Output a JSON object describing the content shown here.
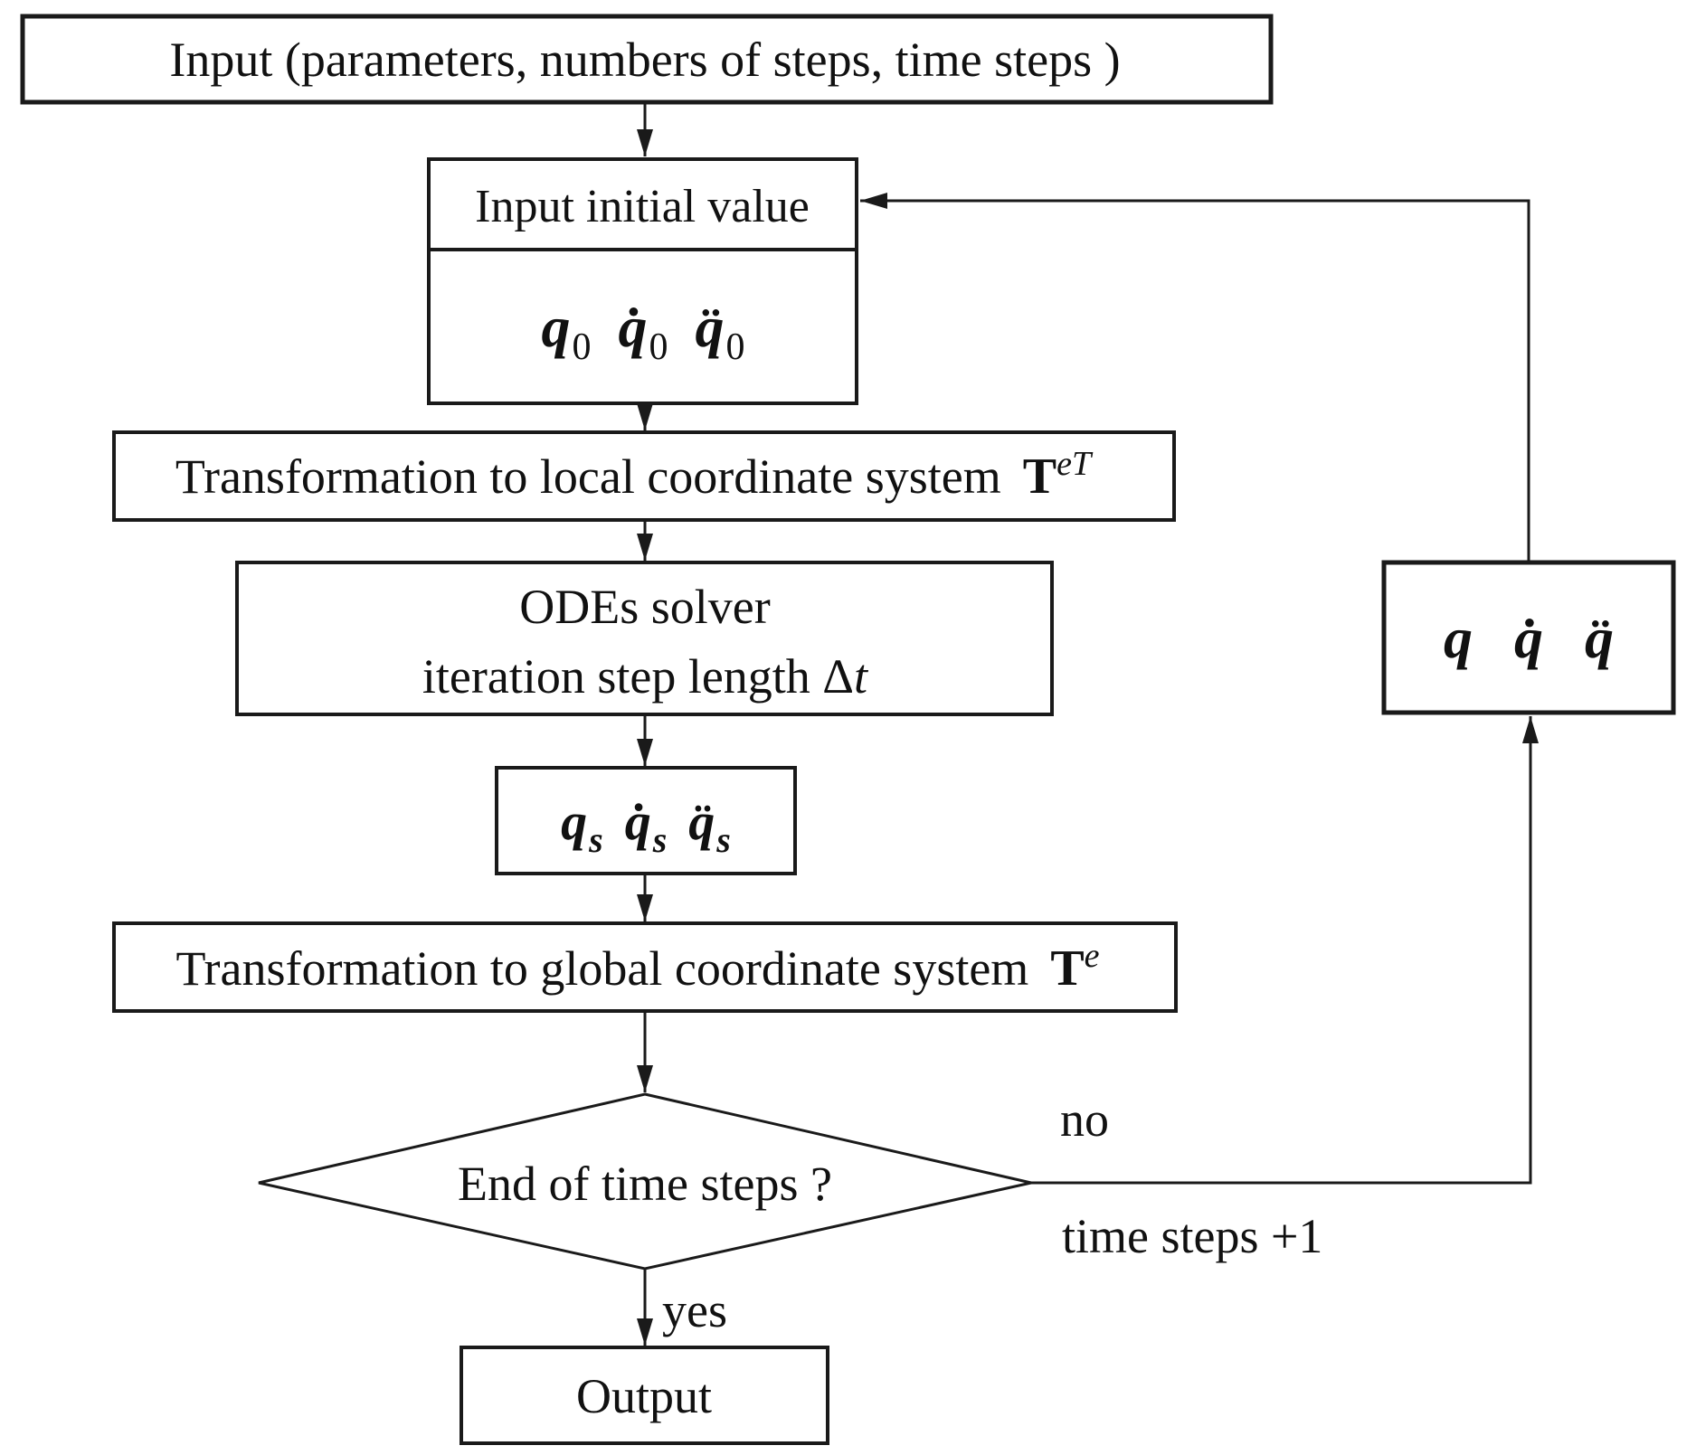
{
  "nodes": {
    "input_params": {
      "label": "Input (parameters, numbers of steps, time steps )"
    },
    "input_initial": {
      "title": "Input initial value",
      "q": "q",
      "qd": "q̇",
      "qdd": "q̈",
      "sub": "0"
    },
    "local_transform": {
      "label": "Transformation to local coordinate system",
      "T": "T",
      "sup": "eT"
    },
    "odes": {
      "line1": "ODEs solver",
      "line2": "iteration step length Δ",
      "line2_var": "t"
    },
    "qs": {
      "q": "q",
      "qd": "q̇",
      "qdd": "q̈",
      "sub": "s"
    },
    "global_transform": {
      "label": "Transformation to global coordinate system",
      "T": "T",
      "sup": "e"
    },
    "decision": {
      "label": "End of time steps ?"
    },
    "output": {
      "label": "Output"
    },
    "qbox": {
      "q": "q",
      "qd": "q̇",
      "qdd": "q̈"
    }
  },
  "edges": {
    "yes": "yes",
    "no": "no",
    "increment": "time steps +1"
  },
  "colors": {
    "line": "#1a1a1a",
    "background": "#ffffff"
  }
}
